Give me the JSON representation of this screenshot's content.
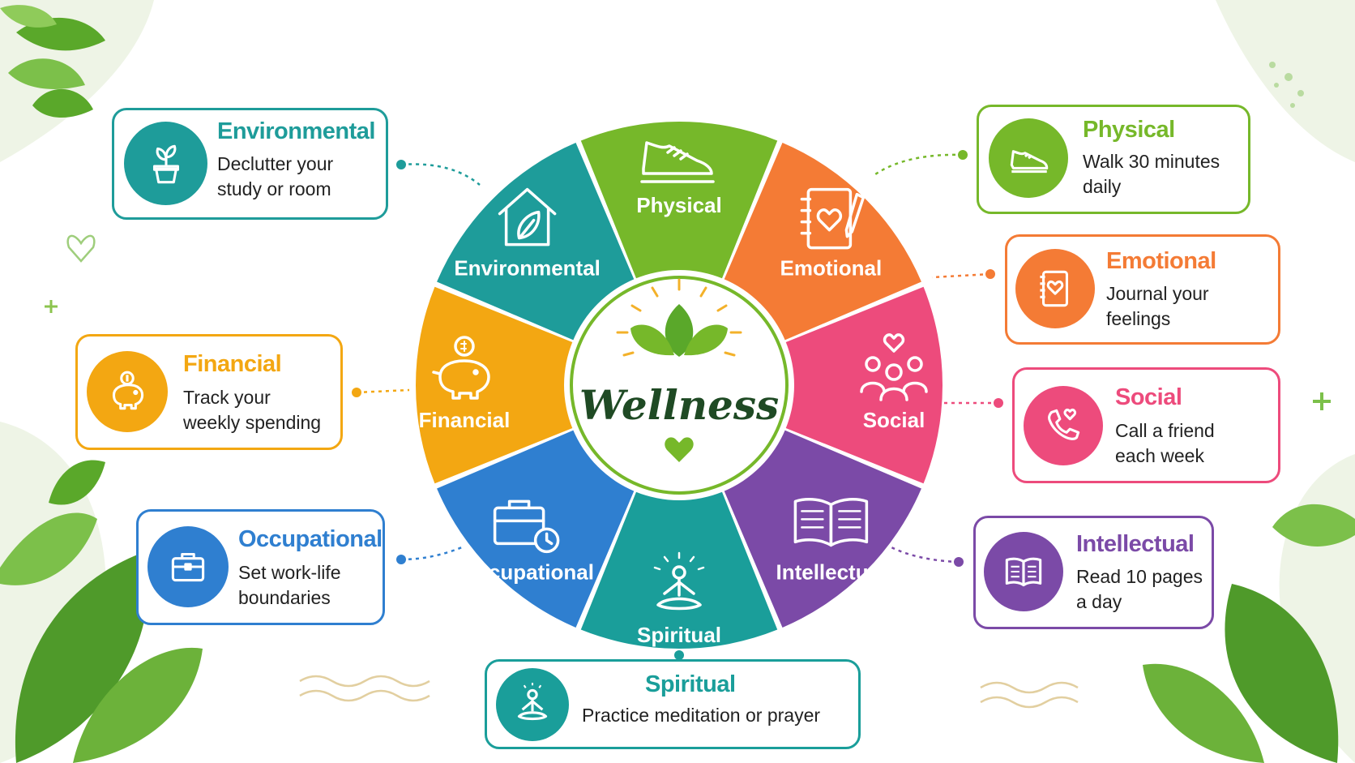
{
  "hub": {
    "title": "Wellness"
  },
  "colors": {
    "physical": "#76b82a",
    "emotional": "#f47b35",
    "social": "#ed4b7c",
    "intellectual": "#7b4aa7",
    "spiritual": "#1a9e9a",
    "occupational": "#2f7fd0",
    "financial": "#f3a712",
    "environmental": "#1e9c9a",
    "hub_ring": "#76b82a",
    "leaf": "#5aa82a",
    "hub_text": "#1f4a24"
  },
  "segments": [
    {
      "key": "physical",
      "label": "Physical",
      "icon": "sneaker-icon"
    },
    {
      "key": "emotional",
      "label": "Emotional",
      "icon": "journal-heart-icon"
    },
    {
      "key": "social",
      "label": "Social",
      "icon": "people-heart-icon"
    },
    {
      "key": "intellectual",
      "label": "Intellectual",
      "icon": "open-book-icon"
    },
    {
      "key": "spiritual",
      "label": "Spiritual",
      "icon": "meditation-icon"
    },
    {
      "key": "occupational",
      "label": "Occupational",
      "icon": "briefcase-clock-icon"
    },
    {
      "key": "financial",
      "label": "Financial",
      "icon": "piggy-bank-icon"
    },
    {
      "key": "environmental",
      "label": "Environmental",
      "icon": "house-leaf-icon"
    }
  ],
  "cards": {
    "environmental": {
      "title": "Environmental",
      "text": "Declutter your\nstudy or room",
      "icon": "plant-pot-icon"
    },
    "financial": {
      "title": "Financial",
      "text": "Track your\nweekly spending",
      "icon": "piggy-bank-icon"
    },
    "occupational": {
      "title": "Occupational",
      "text": "Set work-life\nboundaries",
      "icon": "briefcase-icon"
    },
    "physical": {
      "title": "Physical",
      "text": "Walk 30 minutes\ndaily",
      "icon": "sneaker-icon"
    },
    "emotional": {
      "title": "Emotional",
      "text": "Journal your\nfeelings",
      "icon": "journal-heart-icon"
    },
    "social": {
      "title": "Social",
      "text": "Call a friend\neach week",
      "icon": "phone-heart-icon"
    },
    "intellectual": {
      "title": "Intellectual",
      "text": "Read 10 pages\na day",
      "icon": "open-book-icon"
    },
    "spiritual": {
      "title": "Spiritual",
      "text": "Practice meditation or prayer",
      "icon": "meditation-icon"
    }
  }
}
